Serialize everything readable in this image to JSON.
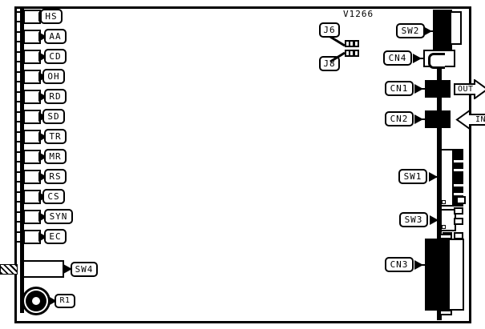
{
  "figure": {
    "title": "V1266",
    "board_label": "V1266"
  },
  "leds": [
    {
      "id": "led-hs",
      "label": "HS"
    },
    {
      "id": "led-aa",
      "label": "AA"
    },
    {
      "id": "led-cd",
      "label": "CD"
    },
    {
      "id": "led-oh",
      "label": "OH"
    },
    {
      "id": "led-rd",
      "label": "RD"
    },
    {
      "id": "led-sd",
      "label": "SD"
    },
    {
      "id": "led-tr",
      "label": "TR"
    },
    {
      "id": "led-mr",
      "label": "MR"
    },
    {
      "id": "led-rs",
      "label": "RS"
    },
    {
      "id": "led-cs",
      "label": "CS"
    },
    {
      "id": "led-syn",
      "label": "SYN"
    },
    {
      "id": "led-ec",
      "label": "EC"
    }
  ],
  "jumpers": [
    {
      "id": "jumper-j6",
      "label": "J6"
    },
    {
      "id": "jumper-j8",
      "label": "J8"
    }
  ],
  "switches": [
    {
      "id": "switch-sw1",
      "label": "SW1"
    },
    {
      "id": "switch-sw2",
      "label": "SW2"
    },
    {
      "id": "switch-sw3",
      "label": "SW3"
    },
    {
      "id": "switch-sw4",
      "label": "SW4"
    }
  ],
  "connectors": [
    {
      "id": "connector-cn1",
      "label": "CN1"
    },
    {
      "id": "connector-cn2",
      "label": "CN2"
    },
    {
      "id": "connector-cn3",
      "label": "CN3"
    },
    {
      "id": "connector-cn4",
      "label": "CN4"
    }
  ],
  "components": [
    {
      "id": "pot-r1",
      "label": "R1"
    }
  ],
  "port_markers": [
    {
      "id": "port-out",
      "label": "OUT",
      "direction": "right"
    },
    {
      "id": "port-in",
      "label": "IN",
      "direction": "left"
    }
  ],
  "colors": {
    "ink": "#000000",
    "paper": "#ffffff"
  }
}
